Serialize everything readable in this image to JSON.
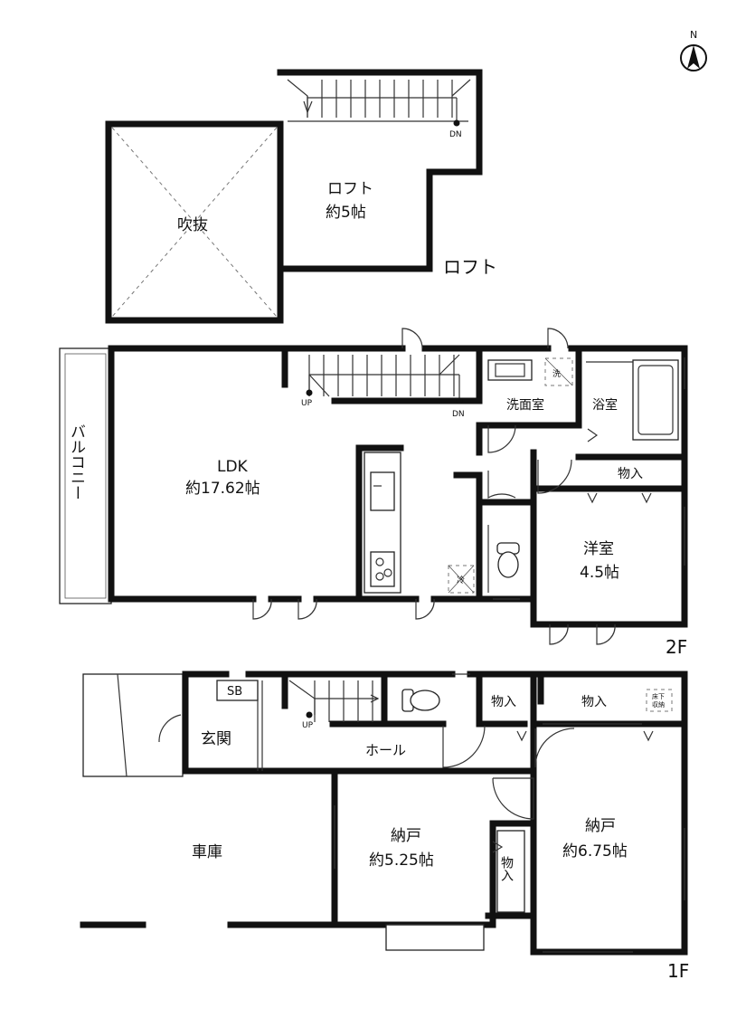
{
  "compass": {
    "label": "N"
  },
  "loft": {
    "floor_label": "ロフト",
    "void_label": "吹抜",
    "room_name": "ロフト",
    "room_size": "約5帖",
    "stair_dn": "DN"
  },
  "second_floor": {
    "floor_label": "2F",
    "ldk_name": "LDK",
    "ldk_size": "約17.62帖",
    "balcony": "バルコニー",
    "washroom": "洗面室",
    "bathroom": "浴室",
    "storage": "物入",
    "western_name": "洋室",
    "western_size": "4.5帖",
    "stair_up": "UP",
    "stair_dn": "DN",
    "washer_mark": "洗",
    "fridge_mark": "冷"
  },
  "first_floor": {
    "floor_label": "1F",
    "shoebox": "SB",
    "entrance": "玄関",
    "hall": "ホール",
    "storage_1": "物入",
    "storage_2": "物入",
    "storage_3": "物入",
    "underfloor_1": "床下",
    "underfloor_2": "収納",
    "garage": "車庫",
    "closet_a_name": "納戸",
    "closet_a_size": "約5.25帖",
    "closet_b_name": "納戸",
    "closet_b_size": "約6.75帖",
    "stair_up": "UP"
  }
}
